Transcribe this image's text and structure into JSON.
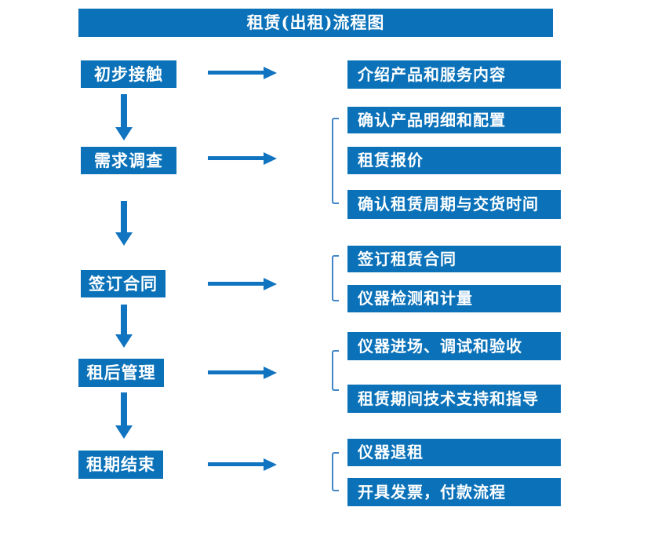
{
  "title": "租赁(出租)流程图",
  "colors": {
    "box_blue": "#0b72b9",
    "arrow_blue": "#1174c0",
    "bracket_blue": "#4186c6",
    "text_white": "#ffffff",
    "background": "#ffffff"
  },
  "stages": [
    {
      "label": "初步接触",
      "details": [
        "介绍产品和服务内容"
      ]
    },
    {
      "label": "需求调查",
      "details": [
        "确认产品明细和配置",
        "租赁报价",
        "确认租赁周期与交货时间"
      ]
    },
    {
      "label": "签订合同",
      "details": [
        "签订租赁合同",
        "仪器检测和计量"
      ]
    },
    {
      "label": "租后管理",
      "details": [
        "仪器进场、调试和验收",
        "租赁期间技术支持和指导"
      ]
    },
    {
      "label": "租期结束",
      "details": [
        "仪器退租",
        "开具发票，付款流程"
      ]
    }
  ]
}
